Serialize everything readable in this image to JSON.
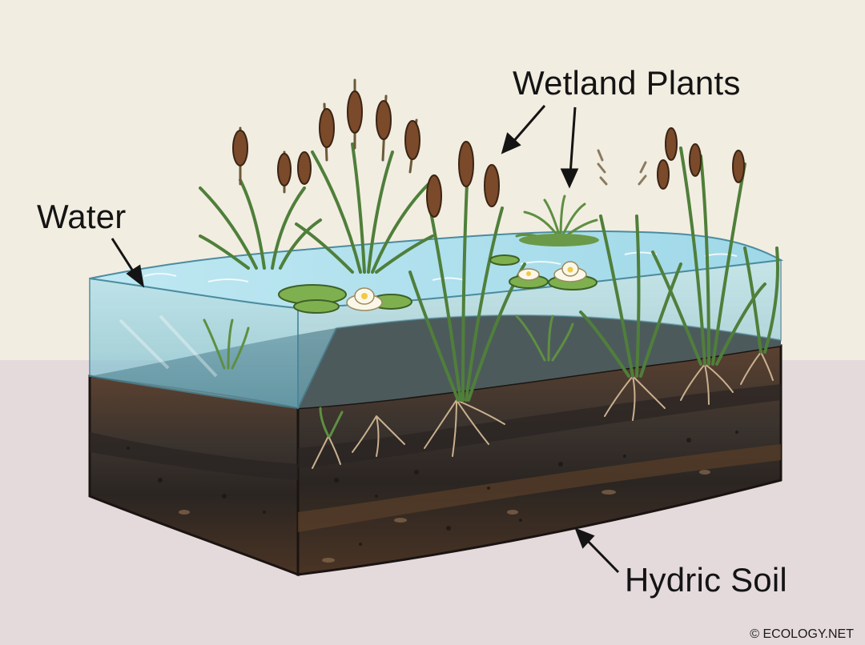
{
  "labels": {
    "water": "Water",
    "wetland_plants": "Wetland Plants",
    "hydric_soil": "Hydric Soil"
  },
  "credit": "© ECOLOGY.NET",
  "colors": {
    "background_top": "#f2ede1",
    "background_bottom": "#e4dadb",
    "water": "#8fd0e0",
    "soil_dark": "#2f2a26",
    "soil_brown": "#5a3f2a",
    "plant_green": "#4f7f3a",
    "cattail": "#7a4a2a"
  }
}
